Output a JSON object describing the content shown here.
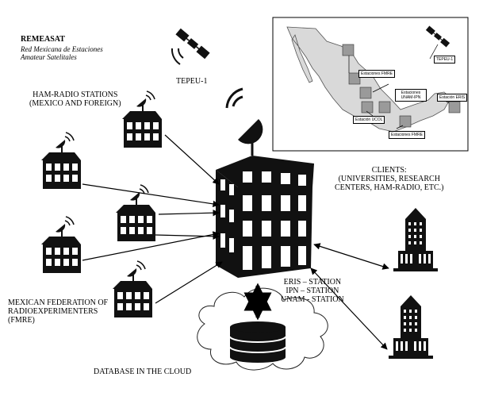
{
  "header": {
    "title": "REMEASAT",
    "subtitle_line1": "Red Mexicana de Estaciones",
    "subtitle_line2": "Amateur Satelitales"
  },
  "satellite": {
    "label": "TEPEU-1",
    "icon": "satellite-icon"
  },
  "ham_stations": {
    "label_line1": "HAM-RADIO STATIONS",
    "label_line2": "(MEXICO AND FOREIGN)",
    "icon": "radio-house-icon"
  },
  "fmre": {
    "label_line1": "MEXICAN FEDERATION OF",
    "label_line2": "RADIOEXPERIMENTERS",
    "label_line3": "(FMRE)"
  },
  "central": {
    "label_line1": "ERIS – STATION",
    "label_line2": "IPN – STATION",
    "label_line3": "UNAM - STATION",
    "icon": "building-antenna-icon"
  },
  "clients": {
    "label_line1": "CLIENTS:",
    "label_line2": "(UNIVERSITIES, RESEARCH",
    "label_line3": "CENTERS, HAM-RADIO, ETC.)",
    "icon": "university-building-icon"
  },
  "database": {
    "label": "DATABASE IN THE CLOUD",
    "icon": "database-icon"
  },
  "map": {
    "satellite_label": "TEPEU-1",
    "labels": [
      "Estaciones FMRE",
      "Estaciones UNAM-IPN",
      "Estación ERIS",
      "Estación UCOL",
      "Estaciones FMRE"
    ]
  }
}
